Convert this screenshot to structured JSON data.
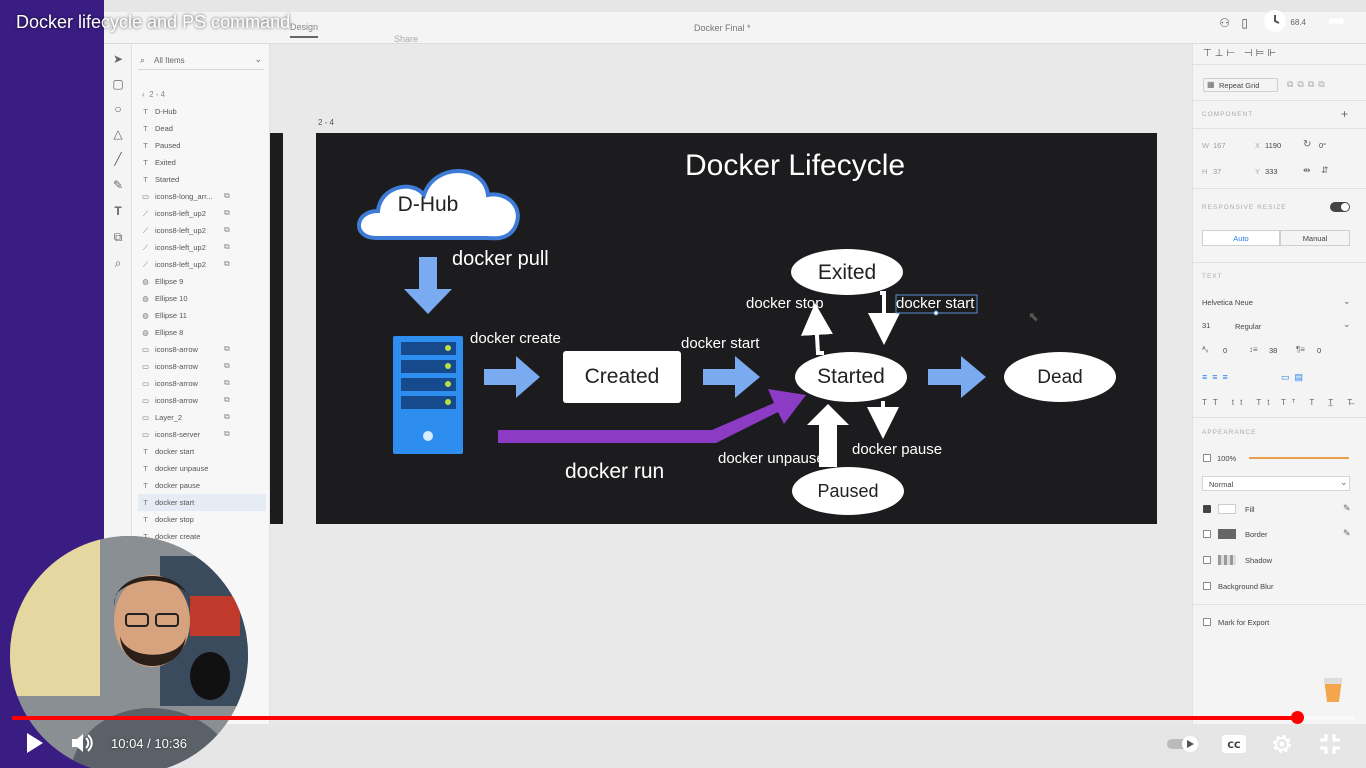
{
  "video": {
    "title": "Docker lifecycle and PS command",
    "time_current": "10:04",
    "time_separator": "/",
    "time_total": "10:36",
    "progress_fraction": 0.9578,
    "views_partial": "68.4"
  },
  "app": {
    "document_title": "Docker Final *",
    "home_tab": "Design",
    "share_tab": "Share"
  },
  "layers": {
    "search_placeholder": "All Items",
    "breadcrumb": "2 - 4",
    "items": [
      {
        "icon": "T",
        "label": "D-Hub",
        "link": false
      },
      {
        "icon": "T",
        "label": "Dead",
        "link": false
      },
      {
        "icon": "T",
        "label": "Paused",
        "link": false
      },
      {
        "icon": "T",
        "label": "Exited",
        "link": false
      },
      {
        "icon": "T",
        "label": "Started",
        "link": false
      },
      {
        "icon": "▭",
        "label": "icons8-long_arr...",
        "link": true
      },
      {
        "icon": "⟋",
        "label": "icons8-left_up2",
        "link": true
      },
      {
        "icon": "⟋",
        "label": "icons8-left_up2",
        "link": true
      },
      {
        "icon": "⟋",
        "label": "icons8-left_up2",
        "link": true
      },
      {
        "icon": "⟋",
        "label": "icons8-left_up2",
        "link": true
      },
      {
        "icon": "◍",
        "label": "Ellipse 9",
        "link": false
      },
      {
        "icon": "◍",
        "label": "Ellipse 10",
        "link": false
      },
      {
        "icon": "◍",
        "label": "Ellipse 11",
        "link": false
      },
      {
        "icon": "◍",
        "label": "Ellipse 8",
        "link": false
      },
      {
        "icon": "▭",
        "label": "icons8-arrow",
        "link": true
      },
      {
        "icon": "▭",
        "label": "icons8-arrow",
        "link": true
      },
      {
        "icon": "▭",
        "label": "icons8-arrow",
        "link": true
      },
      {
        "icon": "▭",
        "label": "icons8-arrow",
        "link": true
      },
      {
        "icon": "▭",
        "label": "Layer_2",
        "link": true
      },
      {
        "icon": "▭",
        "label": "icons8-server",
        "link": true
      },
      {
        "icon": "T",
        "label": "docker start",
        "link": false
      },
      {
        "icon": "T",
        "label": "docker unpause",
        "link": false
      },
      {
        "icon": "T",
        "label": "docker pause",
        "link": false
      },
      {
        "icon": "T",
        "label": "docker start",
        "link": false,
        "selected": true
      },
      {
        "icon": "T",
        "label": "docker stop",
        "link": false
      },
      {
        "icon": "T",
        "label": "docker create",
        "link": false
      }
    ]
  },
  "artboard": {
    "label": "2 - 4",
    "slide": {
      "title": "Docker Lifecycle",
      "cloud_label": "D-Hub",
      "pull": "docker pull",
      "create": "docker create",
      "created": "Created",
      "start_1": "docker start",
      "started": "Started",
      "dead": "Dead",
      "exited": "Exited",
      "stop": "docker stop",
      "start_2": "docker start",
      "paused": "Paused",
      "pause": "docker pause",
      "unpause": "docker unpause",
      "run": "docker run",
      "colors": {
        "arrow_blue": "#7aaaf0",
        "purple": "#8c3bc4",
        "server": "#2d8ef0",
        "cloud_edge": "#3d7bd6",
        "background": "#1c1c1e"
      }
    }
  },
  "properties": {
    "repeat_grid": "Repeat Grid",
    "component_section": "COMPONENT",
    "w_label": "W",
    "w_value": "167",
    "x_label": "X",
    "x_value": "1190",
    "rotation": "0°",
    "h_label": "H",
    "h_value": "37",
    "y_label": "Y",
    "y_value": "333",
    "responsive_section": "RESPONSIVE RESIZE",
    "auto": "Auto",
    "manual": "Manual",
    "text_section": "TEXT",
    "font_family": "Helvetica Neue",
    "font_size": "31",
    "font_weight": "Regular",
    "char_spacing": "0",
    "line_spacing": "38",
    "para_spacing": "0",
    "appearance_section": "APPEARANCE",
    "opacity": "100%",
    "opacity_fraction": 1.0,
    "blend": "Normal",
    "fill": "Fill",
    "border": "Border",
    "shadow": "Shadow",
    "bg_blur": "Background Blur",
    "export": "Mark for Export"
  }
}
